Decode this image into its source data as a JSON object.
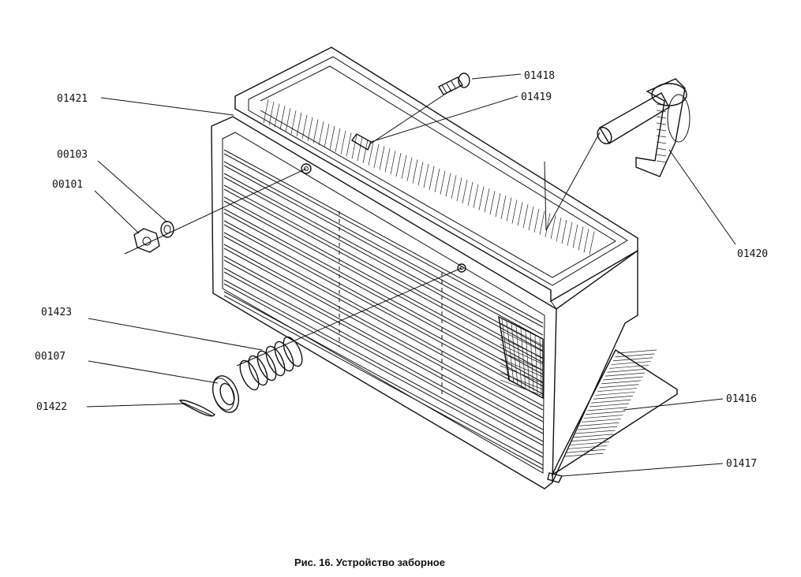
{
  "caption": "Рис. 16. Устройство заборное",
  "parts": {
    "p01421": "01421",
    "p00103": "00103",
    "p00101": "00101",
    "p01418": "01418",
    "p01419": "01419",
    "p01420": "01420",
    "p01423": "01423",
    "p00107": "00107",
    "p01422": "01422",
    "p01416": "01416",
    "p01417": "01417"
  }
}
